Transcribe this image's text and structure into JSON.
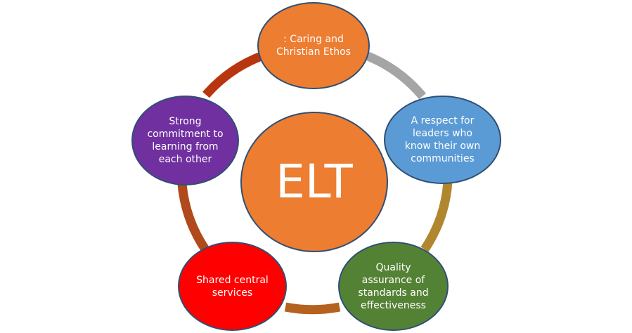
{
  "center": {
    "label": "ELT",
    "color": "#ed7d31"
  },
  "nodes": [
    {
      "label": ": Caring and\nChristian Ethos",
      "color": "#ed7d31"
    },
    {
      "label": "A respect for\nleaders who\nknow their own\ncommunities",
      "color": "#5b9bd5"
    },
    {
      "label": "Quality\nassurance of\nstandards and\neffectiveness",
      "color": "#548235"
    },
    {
      "label": "Shared central\nservices",
      "color": "#ff0000"
    },
    {
      "label": "Strong\ncommitment to\nlearning from\neach other",
      "color": "#7030a0"
    }
  ],
  "connectors": [
    {
      "color": "#a5a5a5"
    },
    {
      "color": "#b0862e"
    },
    {
      "color": "#b5611f"
    },
    {
      "color": "#b04a1a"
    },
    {
      "color": "#b8360f"
    }
  ]
}
